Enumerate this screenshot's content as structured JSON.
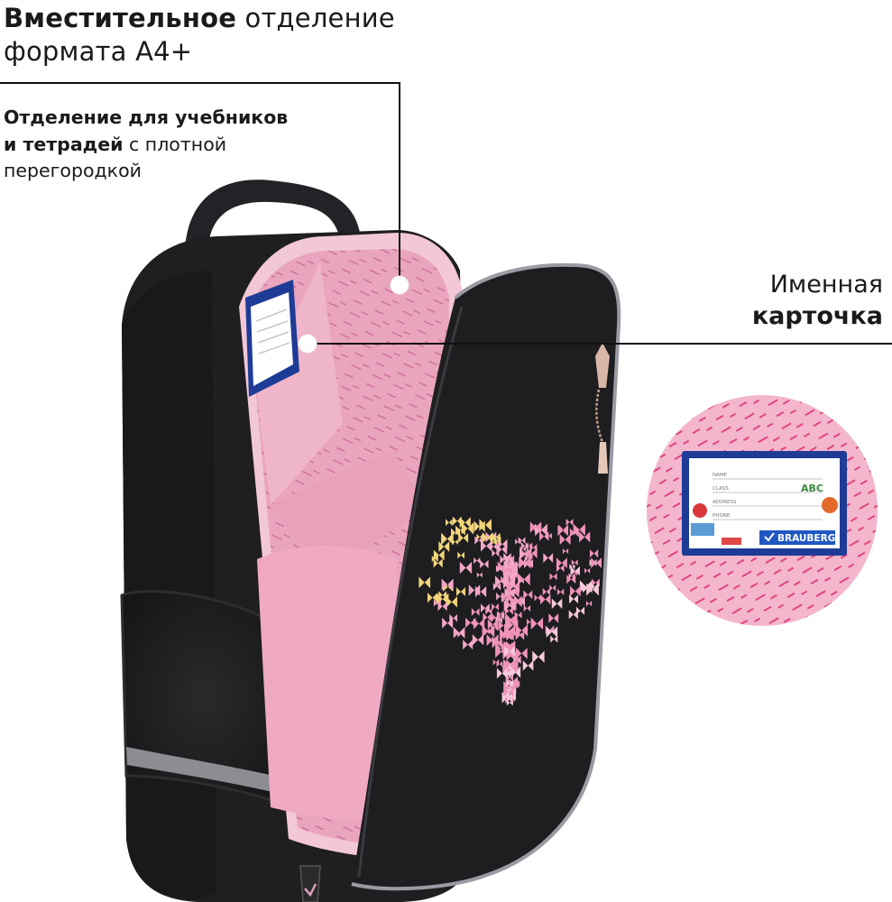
{
  "callouts": {
    "main_compartment": {
      "bold": "Вместительное",
      "line1_rest": " отделение",
      "line2": "формата А4+"
    },
    "books_compartment": {
      "bold1": "Отделение для учебников",
      "bold2": "и тетрадей",
      "line2_rest": " с плотной",
      "line3": "перегородкой"
    },
    "name_card": {
      "line1": "Именная",
      "bold": "карточка"
    }
  },
  "name_card_detail": {
    "brand": "BRAUBERG",
    "fields": [
      "NAME",
      "CLASS",
      "ADDRESS",
      "PHONE"
    ],
    "abc": "ABC"
  },
  "colors": {
    "backpack_black": "#1e1d20",
    "lining_pink": "#e9a6be",
    "card_pink": "#f2b3cc",
    "card_blue": "#1e3c96",
    "brand_blue": "#1f57c2",
    "callout_line": "#111111"
  }
}
